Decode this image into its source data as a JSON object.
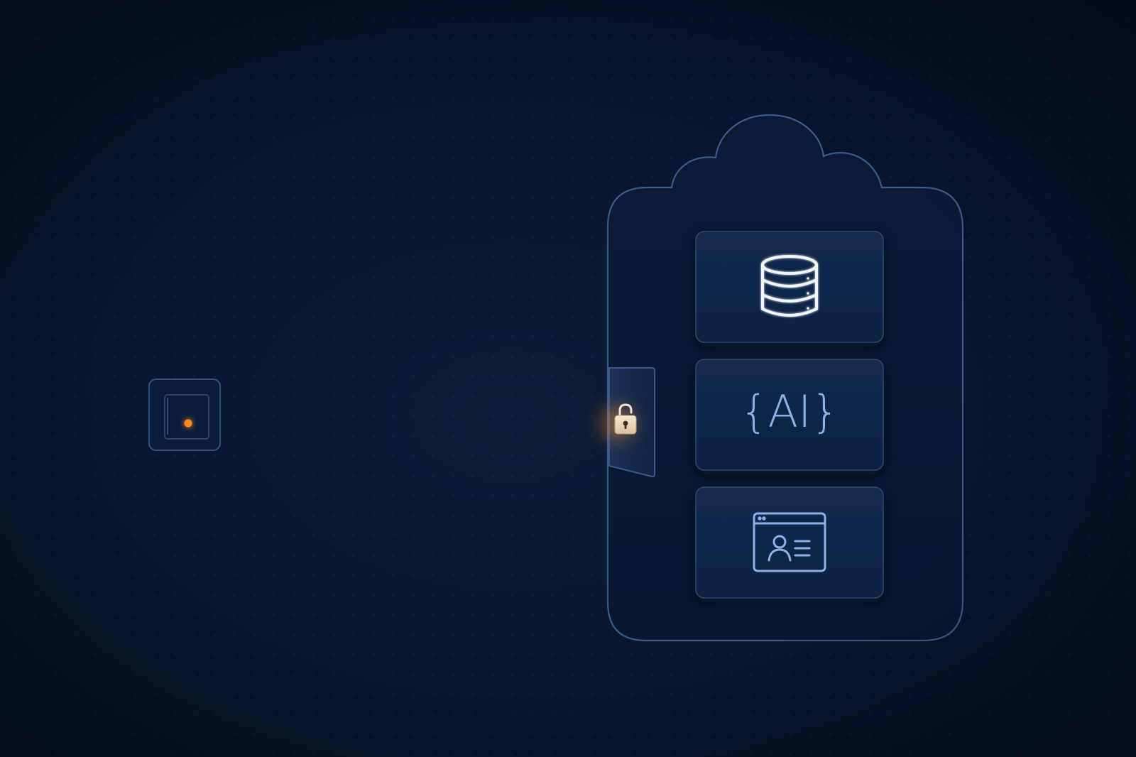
{
  "colors": {
    "background": "#071530",
    "outline": "#3d5a8a",
    "card_fill": "#0f2647",
    "card_stroke": "#2b4670",
    "icon_white": "#f2f5fa",
    "icon_blue": "#8fb0e6",
    "accent": "#ff8a1f",
    "lock_body": "#e9d8bf"
  },
  "source_node": {
    "icon": "terminal-square-icon"
  },
  "connection": {
    "style": "glowing-line"
  },
  "gateway": {
    "icon": "padlock-icon"
  },
  "cloud_container": {
    "icon": "cloud-shape"
  },
  "cards": [
    {
      "icon": "database-icon"
    },
    {
      "icon": "ai-braces-icon",
      "text": "{AI}"
    },
    {
      "icon": "profile-window-icon"
    }
  ]
}
